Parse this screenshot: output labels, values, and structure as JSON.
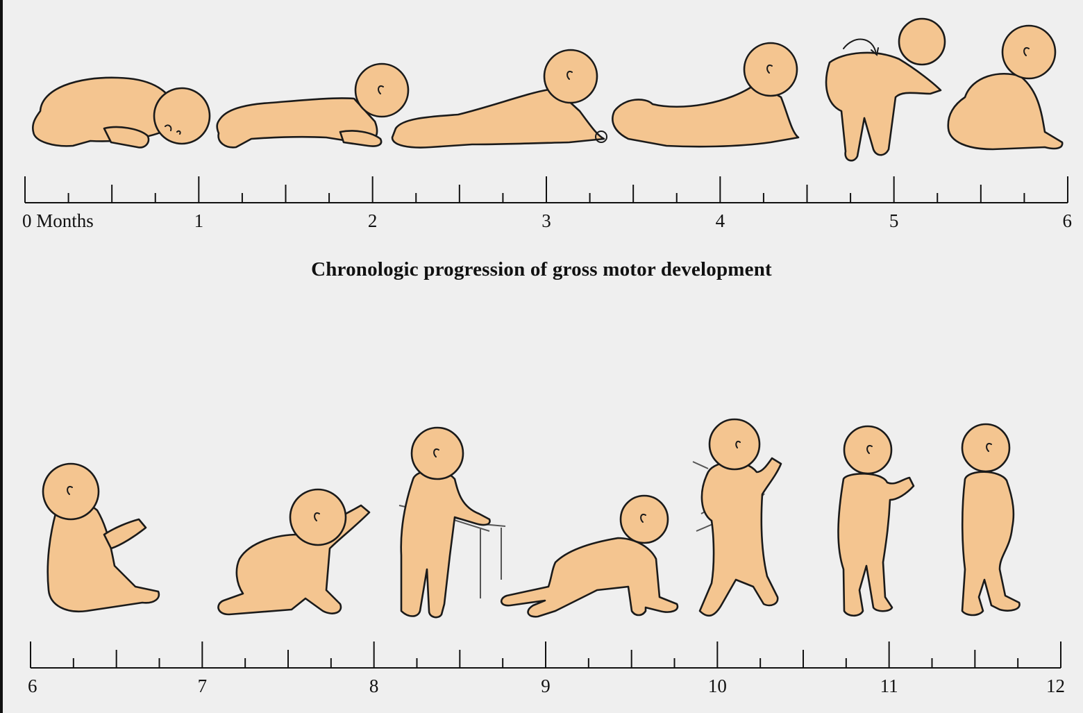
{
  "title": "Chronologic progression of gross motor development",
  "timelines": [
    {
      "labels": [
        "0 Months",
        "1",
        "2",
        "3",
        "4",
        "5",
        "6"
      ],
      "range": [
        0,
        6
      ]
    },
    {
      "labels": [
        "6",
        "7",
        "8",
        "9",
        "10",
        "11",
        "12"
      ],
      "range": [
        6,
        12
      ]
    }
  ],
  "figures_row1": [
    "newborn-flexed-prone",
    "lifts-head-briefly",
    "chest-up-on-forearms",
    "prone-arms-extended",
    "rolls-over",
    "sits-with-support"
  ],
  "figures_row2": [
    "sits-alone",
    "crawls-reaching",
    "pulls-to-stand-furniture",
    "creeps-on-hands-knees",
    "cruising-walks-with-support",
    "stands-alone",
    "walks-alone"
  ]
}
